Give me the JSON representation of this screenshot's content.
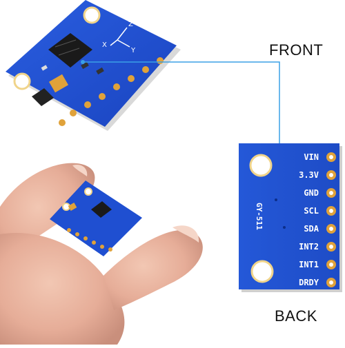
{
  "labels": {
    "front": "FRONT",
    "back": "BACK"
  },
  "board": {
    "model": "GY-511",
    "axes": [
      "X",
      "Y",
      "Z"
    ],
    "pins": [
      "VIN",
      "3.3V",
      "GND",
      "SCL",
      "SDA",
      "INT2",
      "INT1",
      "DRDY"
    ]
  },
  "colors": {
    "pcb_blue": "#1f4fd1",
    "pad_gold": "#e0a23a",
    "callout_line": "#3aa0e6"
  }
}
